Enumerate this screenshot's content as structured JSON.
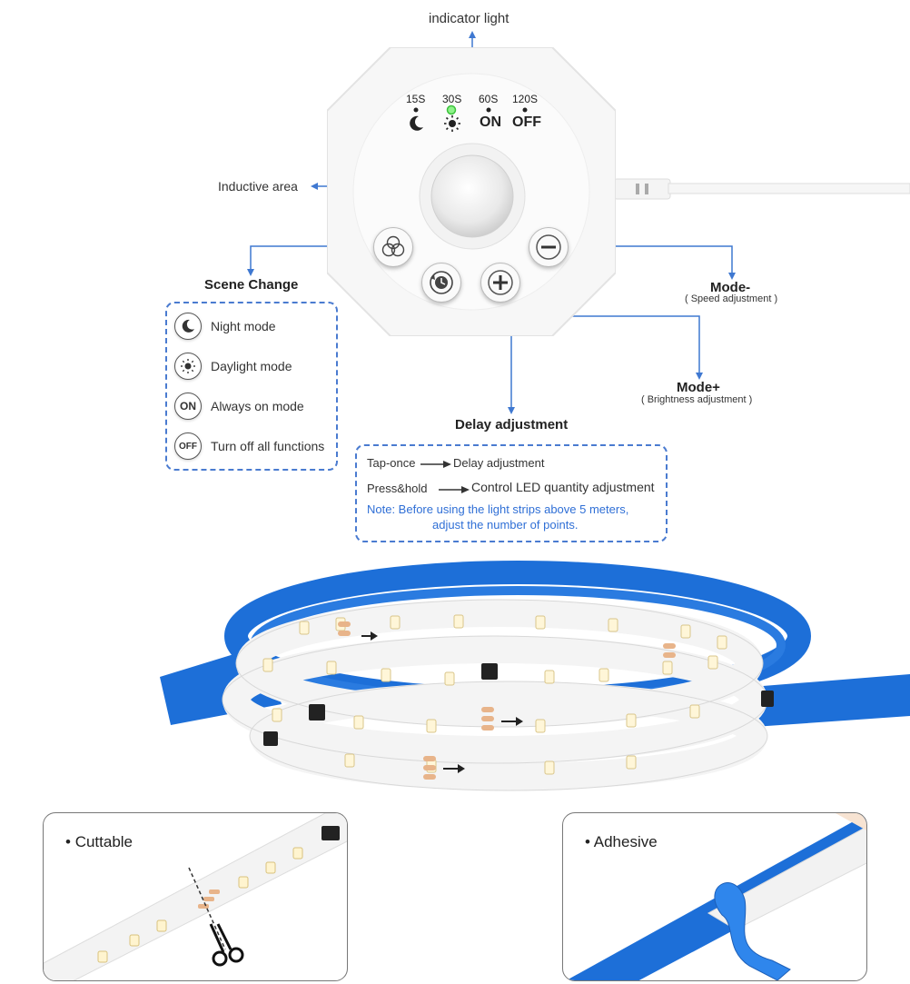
{
  "controller": {
    "indicator_label": "indicator light",
    "timers": [
      "15S",
      "30S",
      "60S",
      "120S"
    ],
    "on_label": "ON",
    "off_label": "OFF",
    "inductive_label": "Inductive area"
  },
  "scene_change": {
    "title": "Scene Change",
    "modes": [
      {
        "icon": "moon-icon",
        "label": "Night mode"
      },
      {
        "icon": "sun-icon",
        "label": "Daylight mode"
      },
      {
        "icon": "on-icon",
        "badge": "ON",
        "label": "Always on mode"
      },
      {
        "icon": "off-icon",
        "badge": "OFF",
        "label": "Turn off all functions"
      }
    ]
  },
  "mode_minus": {
    "title": "Mode-",
    "sub": "( Speed adjustment )"
  },
  "mode_plus": {
    "title": "Mode+",
    "sub": "( Brightness adjustment )"
  },
  "delay": {
    "title": "Delay adjustment",
    "tap_once": "Tap-once",
    "tap_once_result": "Delay adjustment",
    "press_hold": "Press&hold",
    "press_hold_result": "Control LED quantity adjustment",
    "note_line1": "Note: Before using the light strips above 5 meters,",
    "note_line2": "adjust the number of points."
  },
  "features": {
    "cuttable": "Cuttable",
    "adhesive": "Adhesive"
  },
  "colors": {
    "accent_blue": "#3f78d1",
    "note_blue": "#2f6fd6",
    "strip_blue": "#1d6fd8"
  }
}
